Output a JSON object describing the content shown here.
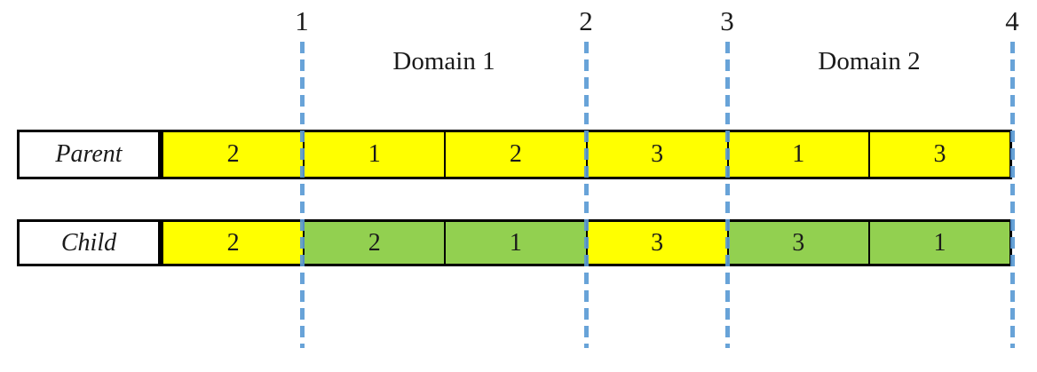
{
  "colors": {
    "yellow": "#FFFF00",
    "green": "#92D050",
    "line_blue": "#5B9BD5",
    "border": "#000000",
    "text": "#1a1a1a"
  },
  "cut_points": [
    {
      "label": "1"
    },
    {
      "label": "2"
    },
    {
      "label": "3"
    },
    {
      "label": "4"
    }
  ],
  "domains": [
    {
      "label": "Domain 1"
    },
    {
      "label": "Domain 2"
    }
  ],
  "rows": [
    {
      "label": "Parent",
      "cells": [
        {
          "value": "2",
          "color": "#FFFF00"
        },
        {
          "value": "1",
          "color": "#FFFF00"
        },
        {
          "value": "2",
          "color": "#FFFF00"
        },
        {
          "value": "3",
          "color": "#FFFF00"
        },
        {
          "value": "1",
          "color": "#FFFF00"
        },
        {
          "value": "3",
          "color": "#FFFF00"
        }
      ]
    },
    {
      "label": "Child",
      "cells": [
        {
          "value": "2",
          "color": "#FFFF00"
        },
        {
          "value": "2",
          "color": "#92D050"
        },
        {
          "value": "1",
          "color": "#92D050"
        },
        {
          "value": "3",
          "color": "#FFFF00"
        },
        {
          "value": "3",
          "color": "#92D050"
        },
        {
          "value": "1",
          "color": "#92D050"
        }
      ]
    }
  ]
}
